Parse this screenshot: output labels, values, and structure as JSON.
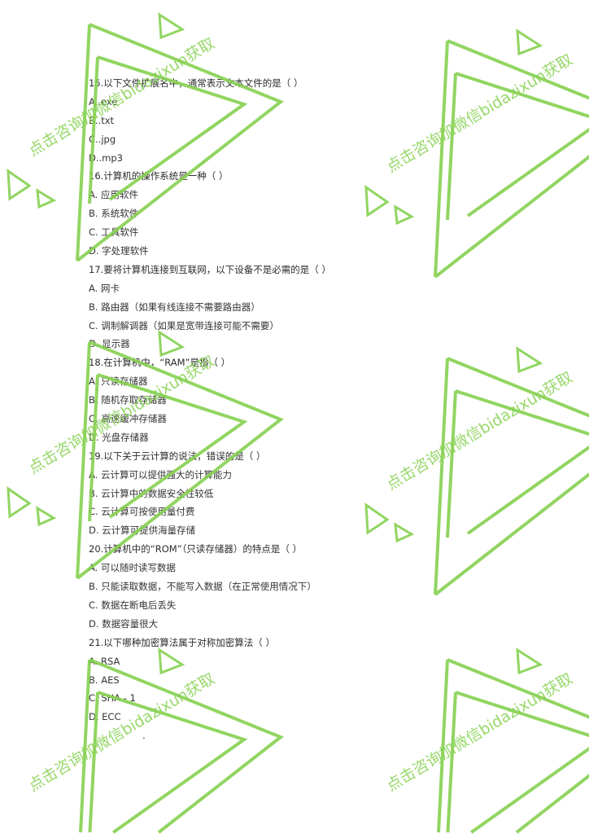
{
  "questions": [
    {
      "q": "15.以下文件扩展名中，通常表示文本文件的是（ ）",
      "options": [
        "A..exe",
        "B..txt",
        "C..jpg",
        "D..mp3"
      ]
    },
    {
      "q": "16.计算机的操作系统是一种（ ）",
      "options": [
        "A. 应用软件",
        "B. 系统软件",
        "C. 工具软件",
        "D. 字处理软件"
      ]
    },
    {
      "q": "17.要将计算机连接到互联网，以下设备不是必需的是（ ）",
      "options": [
        "A. 网卡",
        "B. 路由器（如果有线连接不需要路由器）",
        "C. 调制解调器（如果是宽带连接可能不需要）",
        "D. 显示器"
      ]
    },
    {
      "q": "18.在计算机中，“RAM”是指（ ）",
      "options": [
        "A. 只读存储器",
        "B. 随机存取存储器",
        "C. 高速缓冲存储器",
        "D. 光盘存储器"
      ]
    },
    {
      "q": "19.以下关于云计算的说法，错误的是（ ）",
      "options": [
        "A. 云计算可以提供强大的计算能力",
        "B. 云计算中的数据安全性较低",
        "C. 云计算可按使用量付费",
        "D. 云计算可提供海量存储"
      ]
    },
    {
      "q": "20.计算机中的“ROM”（只读存储器）的特点是（ ）",
      "options": [
        "A. 可以随时读写数据",
        "B. 只能读取数据，不能写入数据（在正常使用情况下）",
        "C. 数据在断电后丢失",
        "D. 数据容量很大"
      ]
    },
    {
      "q": "21.以下哪种加密算法属于对称加密算法（ ）",
      "options": [
        "A. RSA",
        "B. AES",
        "C. SHA - 1",
        "D. ECC"
      ]
    }
  ],
  "trailing_mark": ".",
  "watermark": {
    "text": "点击咨询加微信bidazixun获取",
    "color": "#86d151"
  }
}
